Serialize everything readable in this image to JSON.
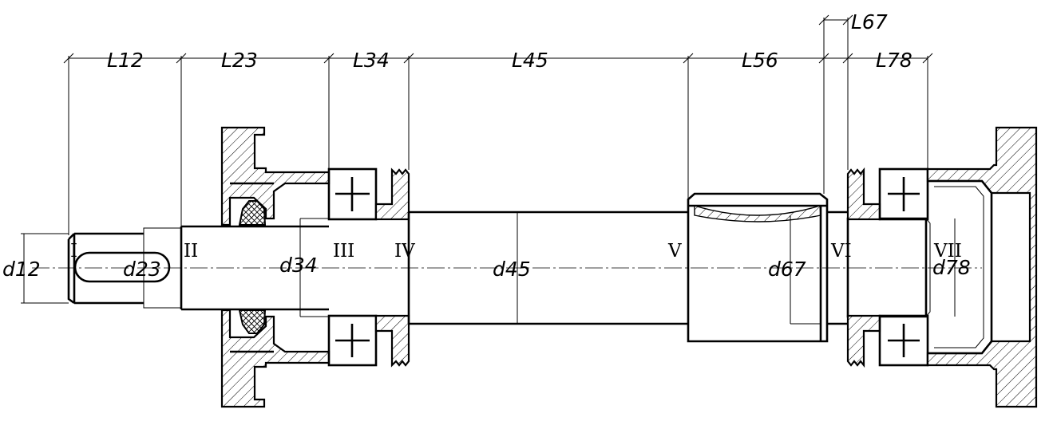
{
  "lengths": {
    "l12": "L12",
    "l23": "L23",
    "l34": "L34",
    "l45": "L45",
    "l56": "L56",
    "l67": "L67",
    "l78": "L78"
  },
  "diameters": {
    "d12": "d12",
    "d23": "d23",
    "d34": "d34",
    "d45": "d45",
    "d67": "d67",
    "d78": "d78"
  },
  "sections": {
    "s1": "I",
    "s2": "II",
    "s3": "III",
    "s4": "IV",
    "s5": "V",
    "s6": "VI",
    "s7": "VII"
  }
}
